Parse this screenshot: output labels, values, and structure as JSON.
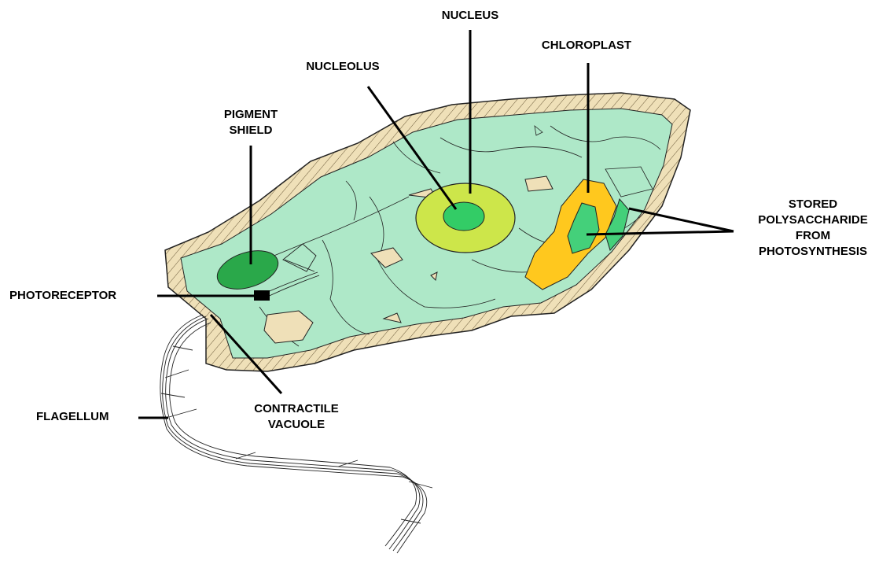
{
  "diagram": {
    "colors": {
      "membrane": "#efe0b8",
      "cytoplasm": "#aee8c8",
      "nucleus": "#cde64a",
      "nucleolus": "#33cc66",
      "chloroplast": "#ffc81e",
      "stored_polysaccharide": "#44d07a",
      "pigment_shield": "#2aa84a",
      "outline": "#111111"
    },
    "labels": {
      "nucleus": "NUCLEUS",
      "nucleolus": "NUCLEOLUS",
      "chloroplast": "CHLOROPLAST",
      "pigment_shield": [
        "PIGMENT",
        "SHIELD"
      ],
      "stored_polysaccharide": [
        "STORED",
        "POLYSACCHARIDE",
        "FROM",
        "PHOTOSYNTHESIS"
      ],
      "photoreceptor": "PHOTORECEPTOR",
      "contractile_vacuole": [
        "CONTRACTILE",
        "VACUOLE"
      ],
      "flagellum": "FLAGELLUM"
    }
  }
}
